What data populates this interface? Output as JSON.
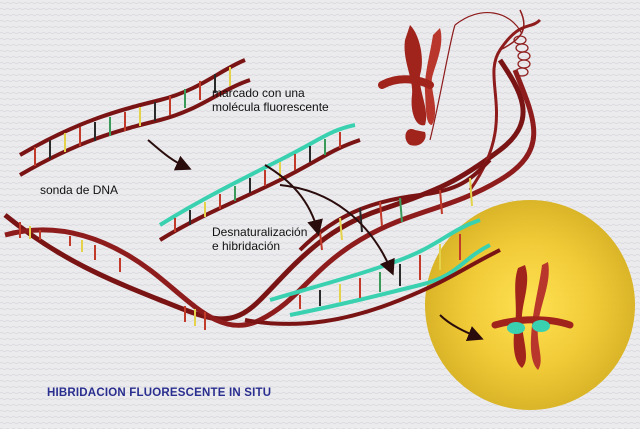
{
  "labels": {
    "probe_dna": "sonda de DNA",
    "marked_line1": "marcado con una",
    "marked_line2": "molécula fluorescente",
    "denat_line1": "Desnaturalización",
    "denat_line2": "e hibridación"
  },
  "title": "HIBRIDACION FLUORESCENTE IN SITU",
  "colors": {
    "background": "#e9e9ec",
    "dna_strand": "#7a1414",
    "dna_strand_light": "#b53a2a",
    "dna_strand_fill": "#f1e6da",
    "fluorescent_strand": "#39d1b0",
    "chromosome": "#a0231c",
    "nucleus_glow": "#e0bb2a",
    "title_text": "#2a2f8f"
  },
  "icons": [
    "chromosome-icon",
    "labeled-chromosome-icon",
    "nucleus-glow"
  ]
}
